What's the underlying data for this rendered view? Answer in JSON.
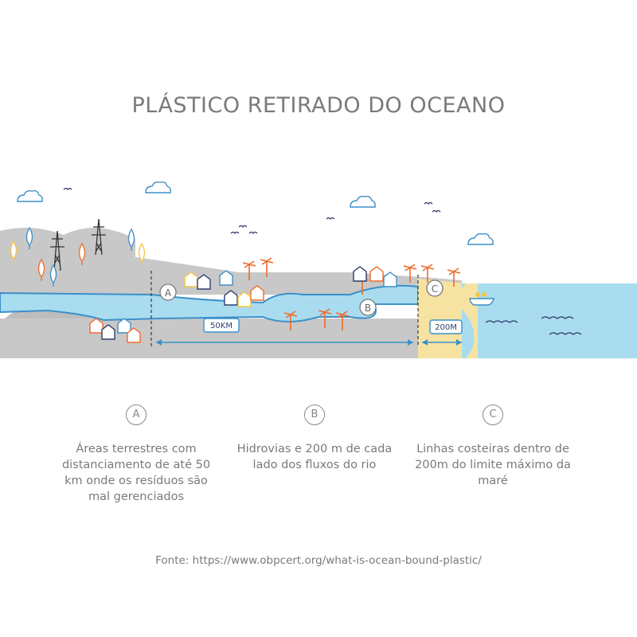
{
  "title": "PLÁSTICO RETIRADO DO OCEANO",
  "scene": {
    "marker_a": "A",
    "marker_b": "B",
    "marker_c": "C",
    "distance_inland": "50KM",
    "distance_coast": "200M"
  },
  "zones": [
    {
      "letter": "A",
      "description": "Áreas terrestres com distanciamento de até 50 km onde os resíduos são mal gerenciados"
    },
    {
      "letter": "B",
      "description": "Hidrovias e 200 m de cada lado dos fluxos do rio"
    },
    {
      "letter": "C",
      "description": "Linhas costeiras dentro de 200m do limite máximo da maré"
    }
  ],
  "source": "Fonte: https://www.obpcert.org/what-is-ocean-bound-plastic/",
  "colors": {
    "land": "#c8c8c8",
    "water": "#a9dcef",
    "sand": "#f7e3a1",
    "accent": "#3c8fc9",
    "palm": "#f06a2a"
  }
}
